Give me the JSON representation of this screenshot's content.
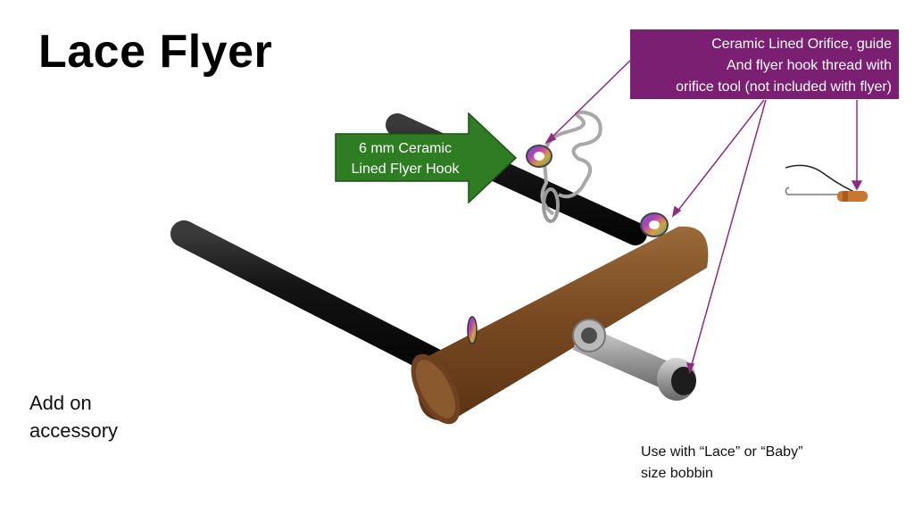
{
  "title": "Lace Flyer",
  "addon": {
    "line1": "Add on",
    "line2": "accessory"
  },
  "callout": {
    "line1": "Ceramic Lined Orifice, guide",
    "line2": "And flyer hook thread with",
    "line3": "orifice tool (not included with flyer)",
    "color": "#7b1f72"
  },
  "hook_label": {
    "line1": "6 mm Ceramic",
    "line2": "Lined Flyer Hook",
    "color": "#2e7d23"
  },
  "note": {
    "line1": "Use with “Lace” or “Baby”",
    "line2": "size bobbin"
  }
}
